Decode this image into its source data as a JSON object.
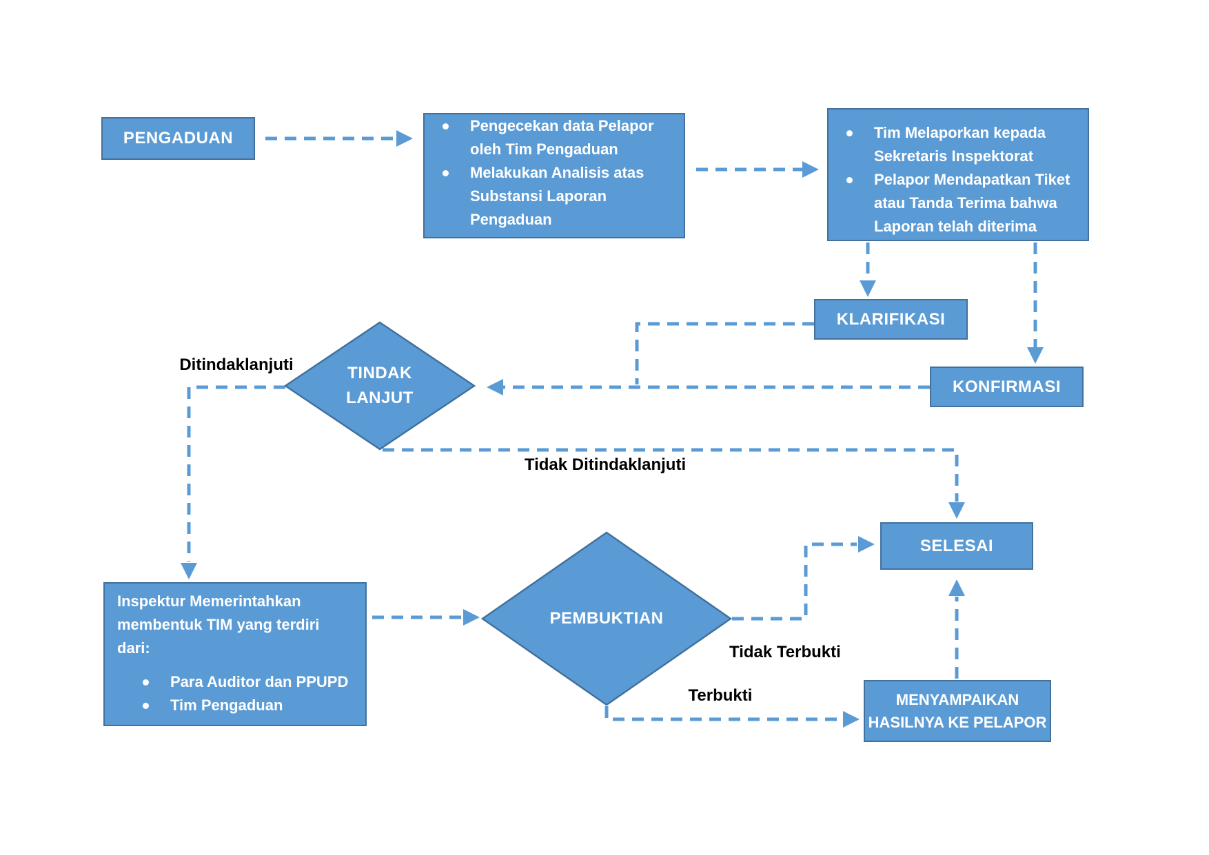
{
  "colors": {
    "shape_fill": "#5b9bd5",
    "shape_border": "#41719c",
    "connector": "#5b9bd5",
    "shape_text": "#ffffff",
    "label_text": "#000000"
  },
  "nodes": {
    "pengaduan": {
      "label": "PENGADUAN"
    },
    "intake": {
      "bullets": [
        {
          "lines": [
            "Pengecekan data Pelapor",
            "oleh Tim Pengaduan"
          ]
        },
        {
          "lines": [
            "Melakukan Analisis atas",
            "Substansi Laporan",
            "Pengaduan"
          ]
        }
      ]
    },
    "report": {
      "bullets": [
        {
          "lines": [
            "Tim Melaporkan kepada",
            "Sekretaris Inspektorat"
          ]
        },
        {
          "lines": [
            "Pelapor Mendapatkan Tiket",
            "atau Tanda Terima bahwa",
            "Laporan telah diterima"
          ]
        }
      ]
    },
    "klarifikasi": {
      "label": "KLARIFIKASI"
    },
    "konfirmasi": {
      "label": "KONFIRMASI"
    },
    "tindak_lanjut": {
      "line1": "TINDAK",
      "line2": "LANJUT"
    },
    "selesai": {
      "label": "SELESAI"
    },
    "inspektur": {
      "lines": [
        "Inspektur Memerintahkan",
        "membentuk TIM yang terdiri",
        "dari:"
      ],
      "bullets": [
        "Para Auditor dan PPUPD",
        "Tim Pengaduan"
      ]
    },
    "pembuktian": {
      "label": "PEMBUKTIAN"
    },
    "menyampaikan": {
      "line1": "MENYAMPAIKAN",
      "line2": "HASILNYA KE PELAPOR"
    }
  },
  "edge_labels": {
    "ditindaklanjuti": "Ditindaklanjuti",
    "tidak_ditindaklanjuti": "Tidak Ditindaklanjuti",
    "tidak_terbukti": "Tidak Terbukti",
    "terbukti": "Terbukti"
  }
}
